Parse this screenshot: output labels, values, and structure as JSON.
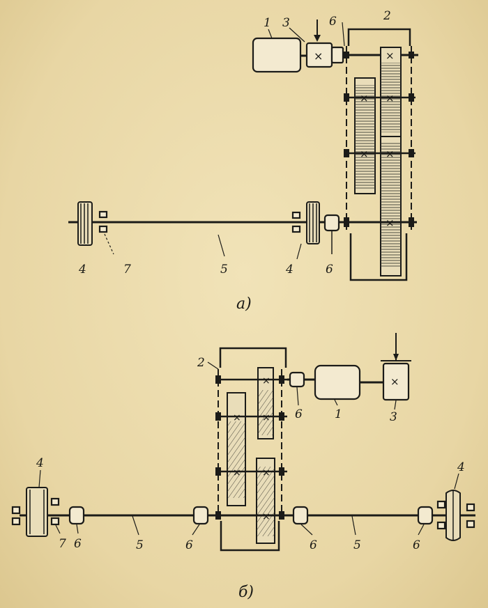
{
  "figure_a": {
    "caption": "a)",
    "labels": {
      "motor": "1",
      "gearbox": "2",
      "brake": "3",
      "wheel_left": "4",
      "wheel_right": "4",
      "shaft": "5",
      "coupling_top": "6",
      "coupling_bottom": "6",
      "bearing": "7"
    }
  },
  "figure_b": {
    "caption": "б)",
    "labels": {
      "motor": "1",
      "gearbox": "2",
      "brake": "3",
      "wheel_left": "4",
      "wheel_right": "4",
      "shaft_left": "5",
      "shaft_right": "5",
      "coupling_motor": "6",
      "coupling_left_outer": "6",
      "coupling_left_inner": "6",
      "coupling_right_inner": "6",
      "coupling_right_outer": "6",
      "bearing": "7"
    }
  }
}
